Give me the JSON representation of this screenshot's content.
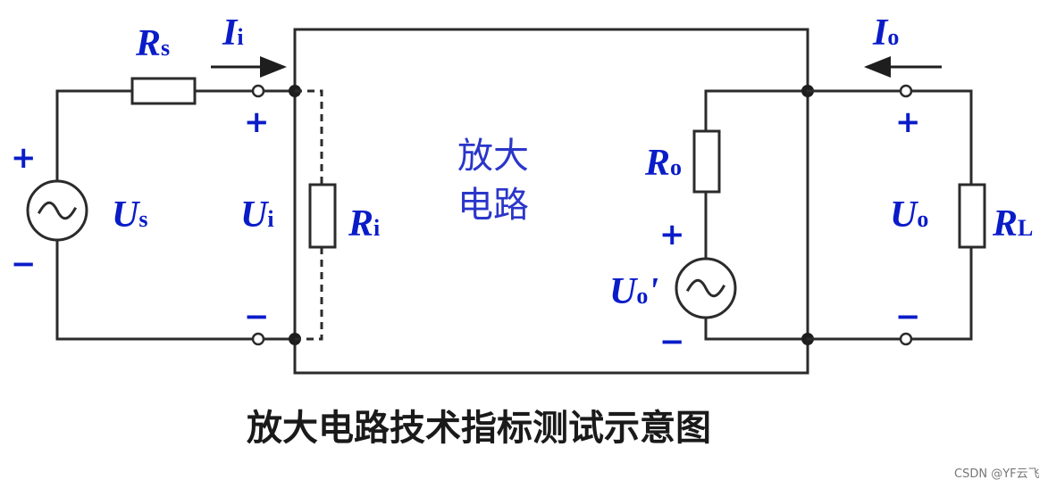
{
  "box": {
    "line1": "放大",
    "line2": "电路"
  },
  "caption": "放大电路技术指标测试示意图",
  "labels": {
    "rs": {
      "main": "R",
      "sub": "s"
    },
    "ii": {
      "main": "I",
      "sub": "i"
    },
    "io": {
      "main": "I",
      "sub": "o"
    },
    "us": {
      "main": "U",
      "sub": "s"
    },
    "ui": {
      "main": "U",
      "sub": "i"
    },
    "ri": {
      "main": "R",
      "sub": "i"
    },
    "ro": {
      "main": "R",
      "sub": "o"
    },
    "uo_src": {
      "main": "U",
      "sub": "o",
      "prime": "'"
    },
    "uo": {
      "main": "U",
      "sub": "o"
    },
    "rl": {
      "main": "R",
      "sub": "L"
    }
  },
  "signs": {
    "plus": "+",
    "minus": "−"
  },
  "watermark": "CSDN @YF云飞",
  "colors": {
    "label": "#0a1cc8",
    "wire": "#2b2b2b",
    "caption": "#1a1a1a"
  }
}
